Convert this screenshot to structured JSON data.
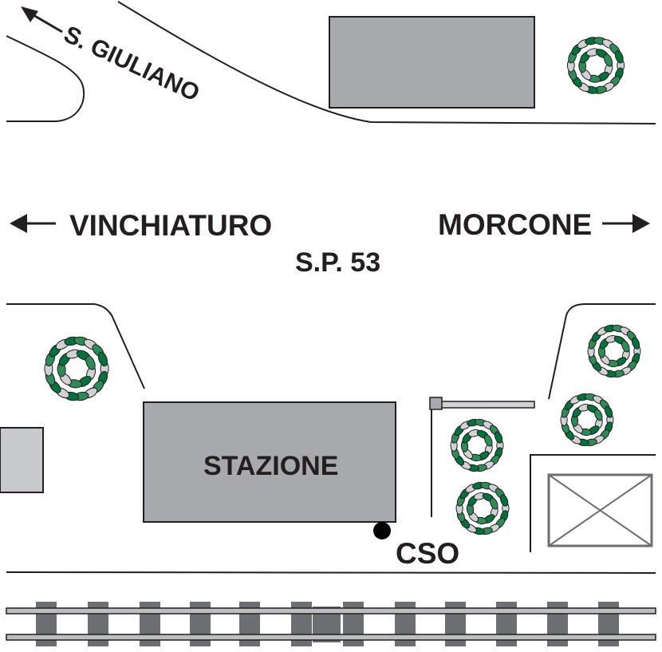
{
  "labels": {
    "north_road": "S. GIULIANO",
    "west_direction": "VINCHIATURO",
    "east_direction": "MORCONE",
    "road_code": "S.P. 53",
    "station": "STAZIONE",
    "marker": "CSO"
  },
  "colors": {
    "building_fill": "#a7a9ac",
    "building_stroke": "#231f20",
    "light_building_fill": "#c8c9ca",
    "tree_outer": "#ffffff",
    "tree_leaf_dark": "#00703c",
    "tree_leaf_mid": "#2e8b57",
    "tree_leaf_light": "#d0d2d3",
    "rail": "#bcbec0",
    "sleeper": "#6d6e71",
    "ink": "#231f20"
  },
  "icons": {
    "tree": "tree-icon",
    "arrow": "arrow-icon",
    "marker": "marker-dot-icon",
    "barrier": "level-crossing-barrier-icon",
    "crossed_box": "crossed-box-icon"
  }
}
